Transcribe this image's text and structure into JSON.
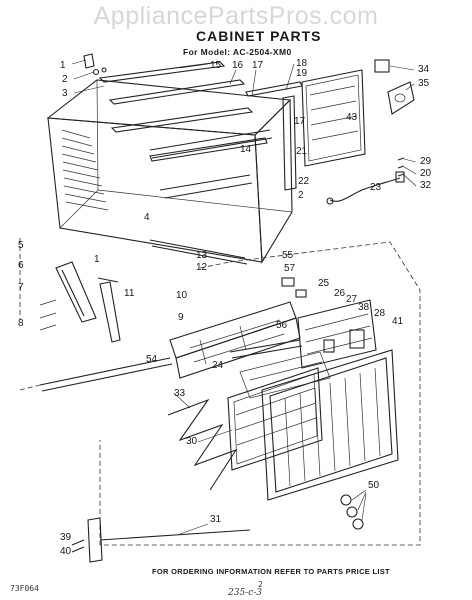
{
  "watermark": "AppliancePartsPros.com",
  "title": "CABINET PARTS",
  "model_label": "For Model: AC-2504-XM0",
  "footer_note": "FOR ORDERING INFORMATION REFER TO PARTS PRICE LIST",
  "page_number": "2",
  "document_id": "235-c-3",
  "figure_code": "73F064",
  "callouts": [
    "1",
    "2",
    "3",
    "15",
    "16",
    "17",
    "18",
    "19",
    "34",
    "35",
    "43",
    "14",
    "17",
    "21",
    "22",
    "2",
    "29",
    "20",
    "32",
    "23",
    "4",
    "5",
    "6",
    "7",
    "8",
    "13",
    "12",
    "1",
    "11",
    "55",
    "57",
    "25",
    "26",
    "27",
    "38",
    "28",
    "41",
    "10",
    "9",
    "56",
    "54",
    "24",
    "33",
    "30",
    "50",
    "31",
    "39",
    "40"
  ],
  "colors": {
    "ink": "#1a1a1a",
    "paper": "#ffffff",
    "watermark": "#d7d7d7"
  }
}
